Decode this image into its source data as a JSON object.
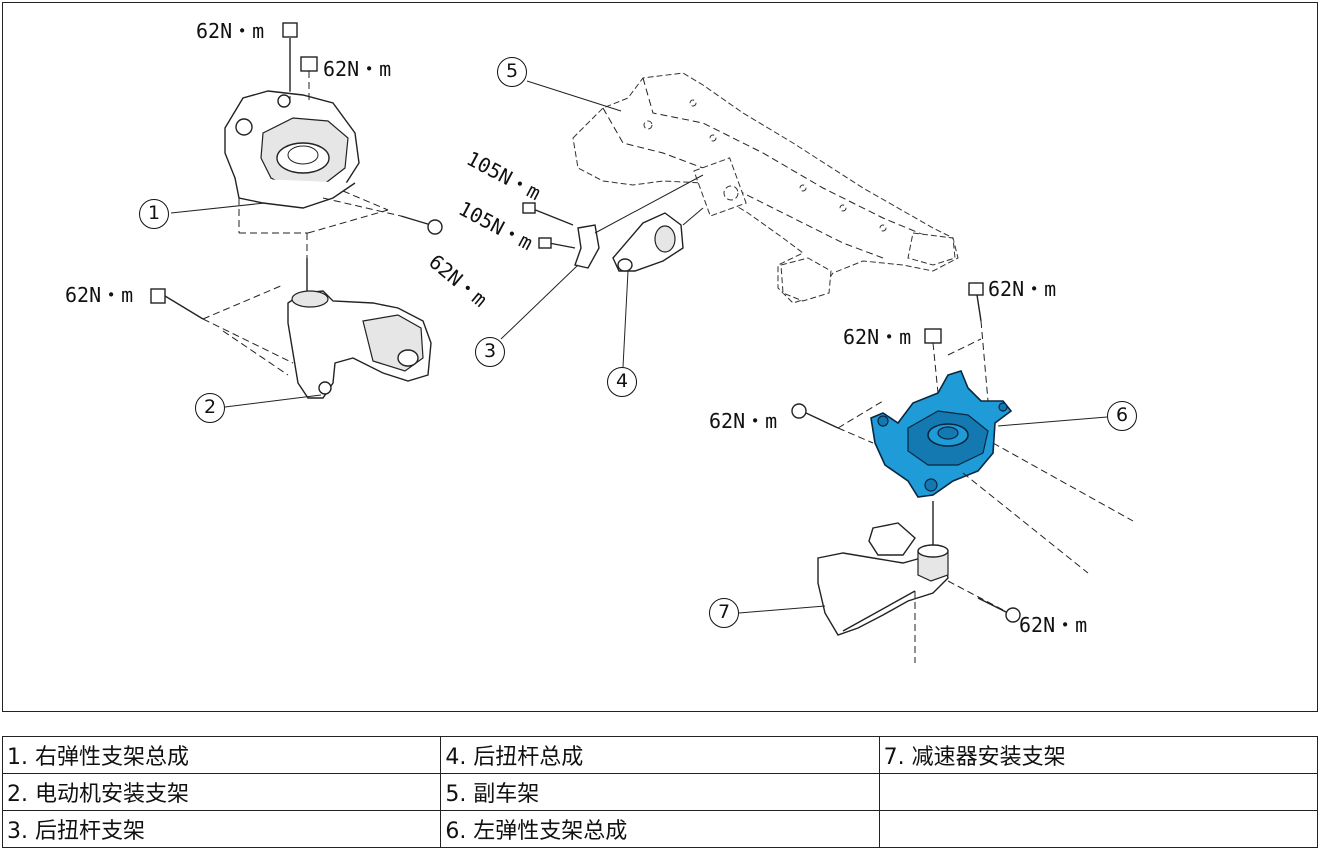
{
  "torque_labels": {
    "t1": "62N・m",
    "t2": "62N・m",
    "t3": "62N・m",
    "t4": "62N・m",
    "t5": "105N・m",
    "t6": "105N・m",
    "t7": "62N・m",
    "t8": "62N・m",
    "t9": "62N・m",
    "t10": "62N・m"
  },
  "callouts": [
    "1",
    "2",
    "3",
    "4",
    "5",
    "6",
    "7"
  ],
  "highlight_color": "#1f9bd8",
  "legend": [
    [
      "1. 右弹性支架总成",
      "4. 后扭杆总成",
      "7. 减速器安装支架"
    ],
    [
      "2. 电动机安装支架",
      "5. 副车架",
      ""
    ],
    [
      "3. 后扭杆支架",
      "6. 左弹性支架总成",
      ""
    ]
  ]
}
